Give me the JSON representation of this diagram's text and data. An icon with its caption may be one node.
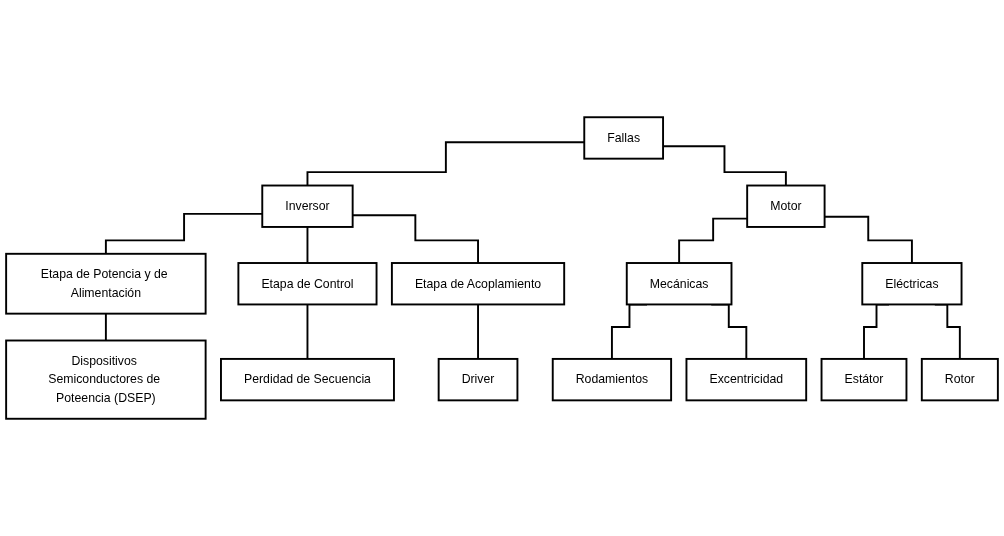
{
  "diagram": {
    "nodes": [
      {
        "text": [
          "Fallas"
        ]
      },
      {
        "text": [
          "Inversor"
        ]
      },
      {
        "text": [
          "Motor"
        ]
      },
      {
        "text": [
          "Etapa de Potencia y de Alimentación"
        ]
      },
      {
        "text": [
          "Etapa de Control"
        ]
      },
      {
        "text": [
          "Etapa de Acoplamiento"
        ]
      },
      {
        "text": [
          "Mecánicas"
        ]
      },
      {
        "text": [
          "Eléctricas"
        ]
      },
      {
        "text": [
          "Dispositivos Semiconductores de Poteencia (DSEP)"
        ]
      },
      {
        "text": [
          "Perdidad de Secuencia"
        ]
      },
      {
        "text": [
          "Driver"
        ]
      },
      {
        "text": [
          "Rodamientos"
        ]
      },
      {
        "text": [
          "Excentricidad"
        ]
      },
      {
        "text": [
          "Estátor"
        ]
      },
      {
        "text": [
          "Rotor"
        ]
      }
    ],
    "edges": [
      {
        "from": 0,
        "to": 1,
        "arrow": "none"
      },
      {
        "from": 0,
        "to": 2,
        "arrow": "none"
      },
      {
        "from": 1,
        "to": 3,
        "arrow": "none"
      },
      {
        "from": 1,
        "to": 4,
        "arrow": "none"
      },
      {
        "from": 1,
        "to": 5,
        "arrow": "none"
      },
      {
        "from": 2,
        "to": 6,
        "arrow": "none"
      },
      {
        "from": 2,
        "to": 7,
        "arrow": "none"
      },
      {
        "from": 3,
        "to": 8,
        "arrow": "none"
      },
      {
        "from": 4,
        "to": 9,
        "arrow": "none"
      },
      {
        "from": 5,
        "to": 10,
        "arrow": "none"
      },
      {
        "from": 6,
        "to": 11,
        "arrow": "none"
      },
      {
        "from": 6,
        "to": 12,
        "arrow": "none"
      },
      {
        "from": 7,
        "to": 13,
        "arrow": "none"
      },
      {
        "from": 7,
        "to": 14,
        "arrow": "none"
      }
    ]
  }
}
